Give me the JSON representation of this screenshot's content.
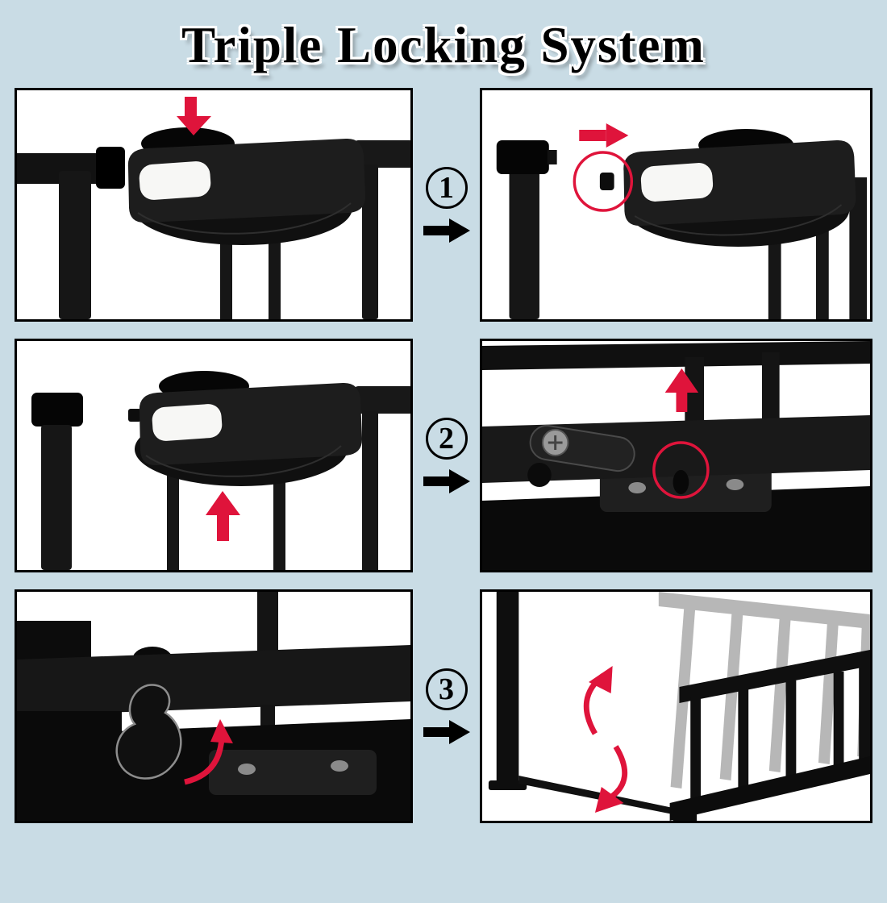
{
  "title": "Triple Locking System",
  "steps": [
    {
      "number": "1"
    },
    {
      "number": "2"
    },
    {
      "number": "3"
    }
  ],
  "colors": {
    "background": "#c9dce5",
    "panel_background": "#ffffff",
    "panel_border": "#000000",
    "hardware_black": "#141414",
    "highlight_red": "#df143b",
    "door_gray": "#b7b7b7",
    "button_white": "#f7f7f5"
  }
}
